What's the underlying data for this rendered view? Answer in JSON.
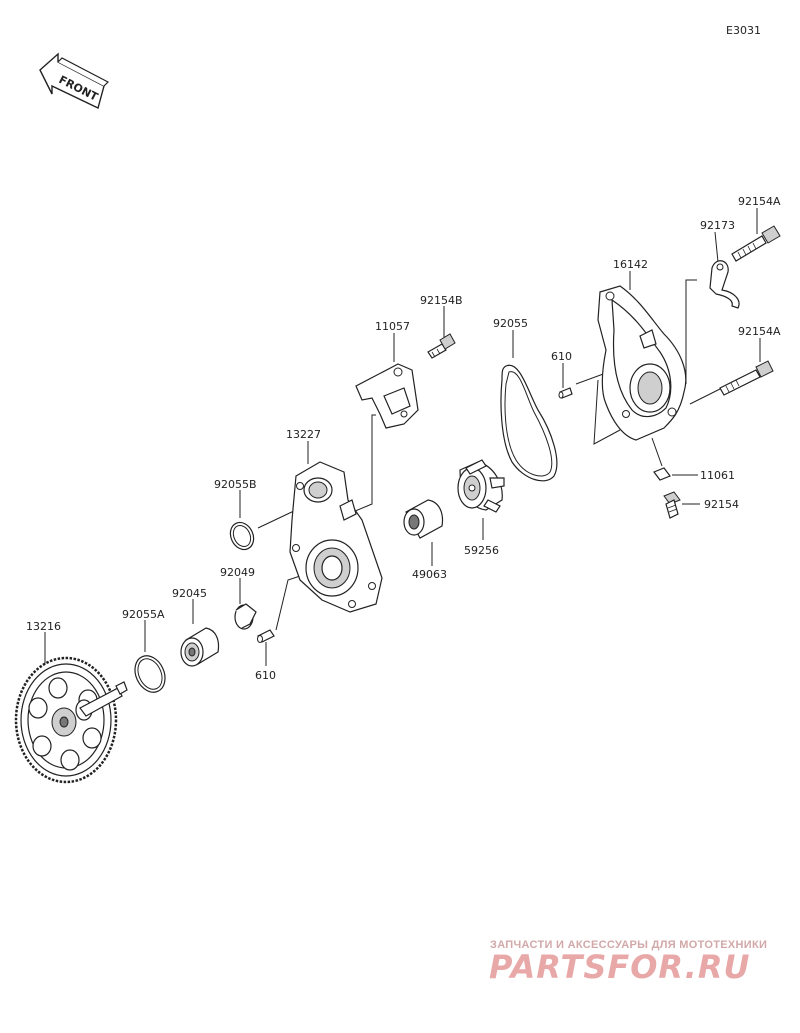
{
  "diagram_code": "E3031",
  "front_label": "FRONT",
  "part_labels": {
    "p92154A_top": "92154A",
    "p92173": "92173",
    "p16142": "16142",
    "p92154B": "92154B",
    "p11057": "11057",
    "p92055": "92055",
    "p610_top": "610",
    "p92154A_mid": "92154A",
    "p13227": "13227",
    "p11061": "11061",
    "p92154": "92154",
    "p92055B": "92055B",
    "p49063": "49063",
    "p59256": "59256",
    "p92049": "92049",
    "p92045": "92045",
    "p92055A": "92055A",
    "p13216": "13216",
    "p610_bottom": "610"
  },
  "watermark": {
    "tagline": "ЗАПЧАСТИ И АКСЕССУАРЫ ДЛЯ МОТОТЕХНИКИ",
    "logo": "PARTSFOR.RU"
  }
}
